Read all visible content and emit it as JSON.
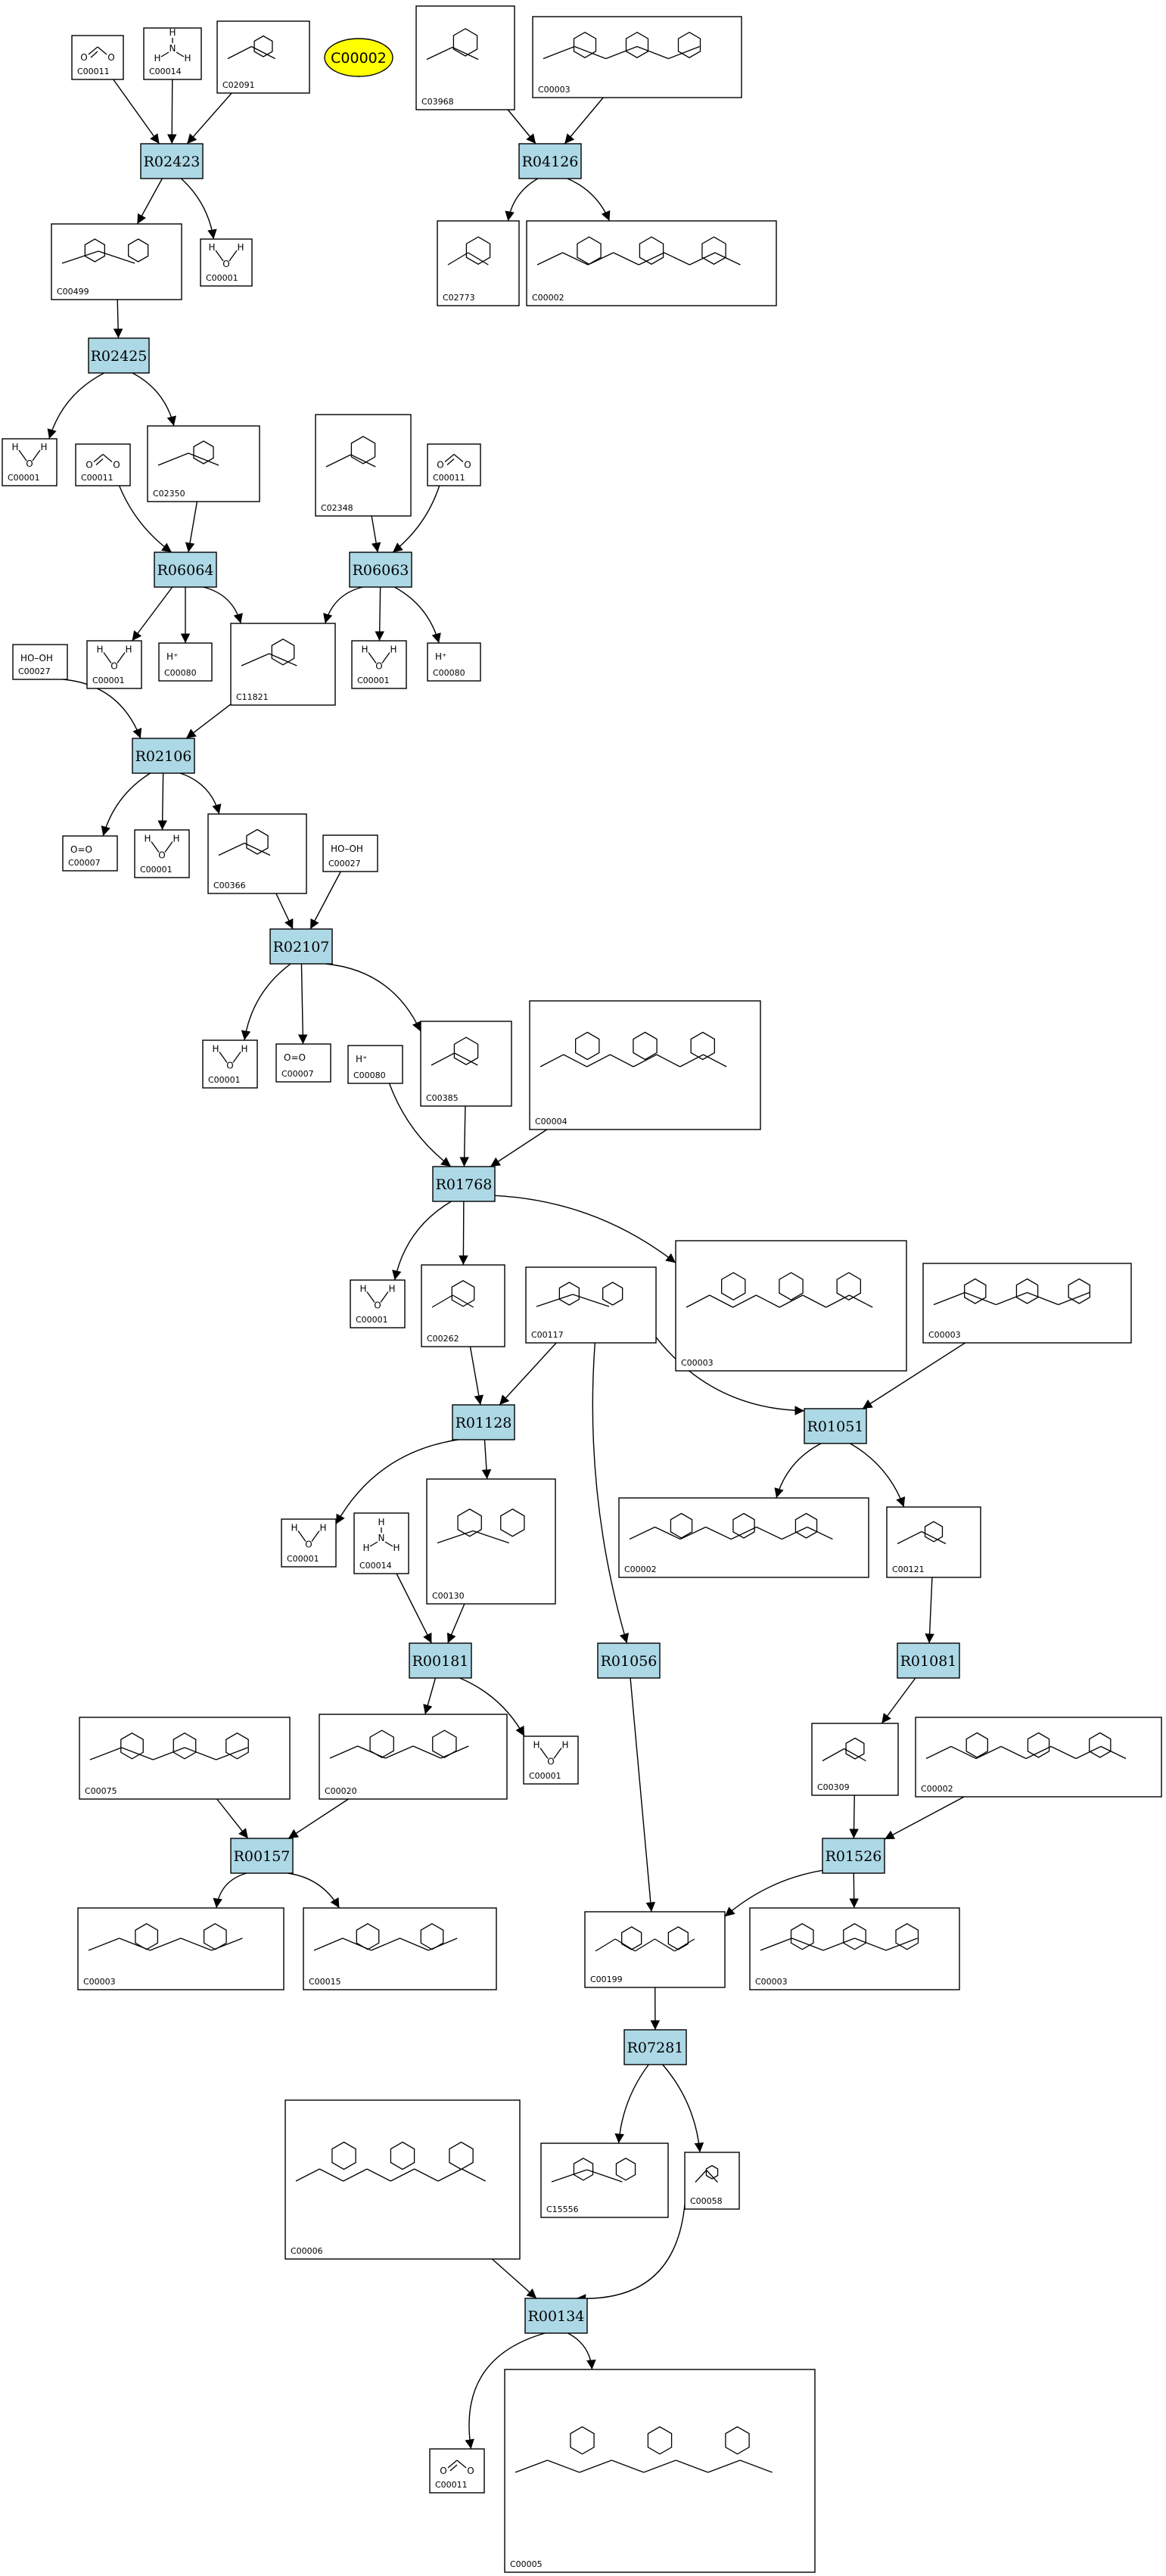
{
  "highlight": {
    "label": "C00002",
    "fill": "#ffff00"
  },
  "reactions": {
    "R02423": "R02423",
    "R04126": "R04126",
    "R02425": "R02425",
    "R06064": "R06064",
    "R06063": "R06063",
    "R02106": "R02106",
    "R02107": "R02107",
    "R01768": "R01768",
    "R01128": "R01128",
    "R01051": "R01051",
    "R00181": "R00181",
    "R01056": "R01056",
    "R01081": "R01081",
    "R00157": "R00157",
    "R01526": "R01526",
    "R07281": "R07281",
    "R00134": "R00134"
  },
  "compounds": {
    "c1": {
      "id": "C00011",
      "struct": "O=C=O"
    },
    "c2": {
      "id": "C00014",
      "struct": "NH3"
    },
    "c3": {
      "id": "C02091",
      "struct": "ureidoglycine"
    },
    "c4": {
      "id": "C03968",
      "struct": "R–O–glycerol–P"
    },
    "c5": {
      "id": "C00003",
      "struct": "NAD+"
    },
    "c6": {
      "id": "C00499",
      "struct": "allantoate"
    },
    "c7": {
      "id": "C00001",
      "struct": "H2O"
    },
    "c8": {
      "id": "C02773",
      "struct": "R–O–glycerol"
    },
    "c9": {
      "id": "C00002",
      "struct": "ATP"
    },
    "c10": {
      "id": "C00001",
      "struct": "H2O"
    },
    "c11": {
      "id": "C00011",
      "struct": "O=C=O"
    },
    "c12": {
      "id": "C02350",
      "struct": "allantoin"
    },
    "c13": {
      "id": "C02348",
      "struct": "ureido"
    },
    "c14": {
      "id": "C00011",
      "struct": "O=C=O"
    },
    "c15": {
      "id": "C00027",
      "struct": "HO–OH"
    },
    "c16": {
      "id": "C00001",
      "struct": "H2O"
    },
    "c17": {
      "id": "C00080",
      "struct": "H+"
    },
    "c18": {
      "id": "C11821",
      "struct": "5-hydroxyisourate"
    },
    "c19": {
      "id": "C00001",
      "struct": "H2O"
    },
    "c20": {
      "id": "C00080",
      "struct": "H+"
    },
    "c21": {
      "id": "C00007",
      "struct": "O=O"
    },
    "c22": {
      "id": "C00001",
      "struct": "H2O"
    },
    "c23": {
      "id": "C00366",
      "struct": "urate"
    },
    "c24": {
      "id": "C00027",
      "struct": "HO–OH"
    },
    "c25": {
      "id": "C00001",
      "struct": "H2O"
    },
    "c26": {
      "id": "C00007",
      "struct": "O=O"
    },
    "c27": {
      "id": "C00080",
      "struct": "H+"
    },
    "c28": {
      "id": "C00385",
      "struct": "xanthine"
    },
    "c29": {
      "id": "C00004",
      "struct": "NADH"
    },
    "c30": {
      "id": "C00001",
      "struct": "H2O"
    },
    "c31": {
      "id": "C00262",
      "struct": "hypoxanthine"
    },
    "c32": {
      "id": "C00117",
      "struct": "ribose-5P"
    },
    "c33": {
      "id": "C00003",
      "struct": "NAD+"
    },
    "c34": {
      "id": "C00003",
      "struct": "NAD+"
    },
    "c35": {
      "id": "C00001",
      "struct": "H2O"
    },
    "c36": {
      "id": "C00014",
      "struct": "NH3"
    },
    "c37": {
      "id": "C00130",
      "struct": "IMP"
    },
    "c38": {
      "id": "C00002",
      "struct": "ATP"
    },
    "c39": {
      "id": "C00121",
      "struct": "ribose"
    },
    "c40": {
      "id": "C00075",
      "struct": "UTP"
    },
    "c41": {
      "id": "C00020",
      "struct": "AMP"
    },
    "c42": {
      "id": "C00001",
      "struct": "H2O"
    },
    "c43": {
      "id": "C00309",
      "struct": "ribulose"
    },
    "c44": {
      "id": "C00002",
      "struct": "ATP"
    },
    "c45": {
      "id": "C00003",
      "struct": "NAD+"
    },
    "c46": {
      "id": "C00015",
      "struct": "UDP"
    },
    "c47": {
      "id": "C00199",
      "struct": "ribulose-5P"
    },
    "c48": {
      "id": "C00003",
      "struct": "NAD+"
    },
    "c49": {
      "id": "C00006",
      "struct": "NADP+"
    },
    "c50": {
      "id": "C15556",
      "struct": "H3C–CO–CH(OH)–CH2–O–P"
    },
    "c51": {
      "id": "C00058",
      "struct": "HO–CHO"
    },
    "c52": {
      "id": "C00011",
      "struct": "O=C=O"
    },
    "c53": {
      "id": "C00005",
      "struct": "NADPH"
    }
  }
}
